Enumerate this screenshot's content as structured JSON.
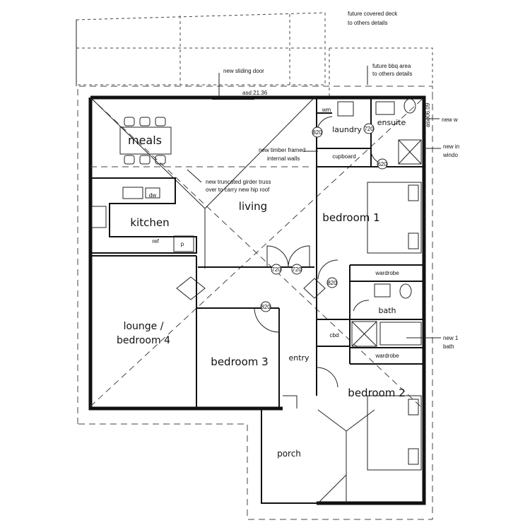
{
  "rooms": {
    "meals": "meals",
    "kitchen": "kitchen",
    "living": "living",
    "bedroom1": "bedroom 1",
    "lounge_line1": "lounge /",
    "lounge_line2": "bedroom 4",
    "bedroom3": "bedroom 3",
    "entry": "entry",
    "bedroom2": "bedroom 2",
    "porch": "porch",
    "laundry": "laundry",
    "ensuite": "ensuite",
    "bath": "bath",
    "cupboard": "cupboard",
    "wardrobe_top": "wardrobe",
    "wardrobe_bottom": "wardrobe",
    "cbd": "cbd",
    "wm": "wm",
    "dw": "dw",
    "ref": "ref",
    "p": "p"
  },
  "notes": {
    "future_deck_1": "future covered deck",
    "future_deck_2": "to others details",
    "bbq_1": "future bbq area",
    "bbq_2": "to others details",
    "sliding_door": "new sliding door",
    "asd_top": "asd 21.36",
    "asd_side": "asw06.09",
    "timber_1": "new timber framed",
    "timber_2": "internal walls",
    "girder_1": "new truncated girder truss",
    "girder_2": "over to carry new hip roof",
    "new_w": "new w",
    "new_in_1": "new in",
    "new_in_2": "windo",
    "new_bath_1": "new 1",
    "new_bath_2": "bath"
  },
  "door_tags": {
    "laundry": "720",
    "ensuite": "620",
    "living_left": "720",
    "living_right": "720",
    "bedroom1": "820",
    "bedroom3": "820",
    "laundry_door": "820"
  }
}
